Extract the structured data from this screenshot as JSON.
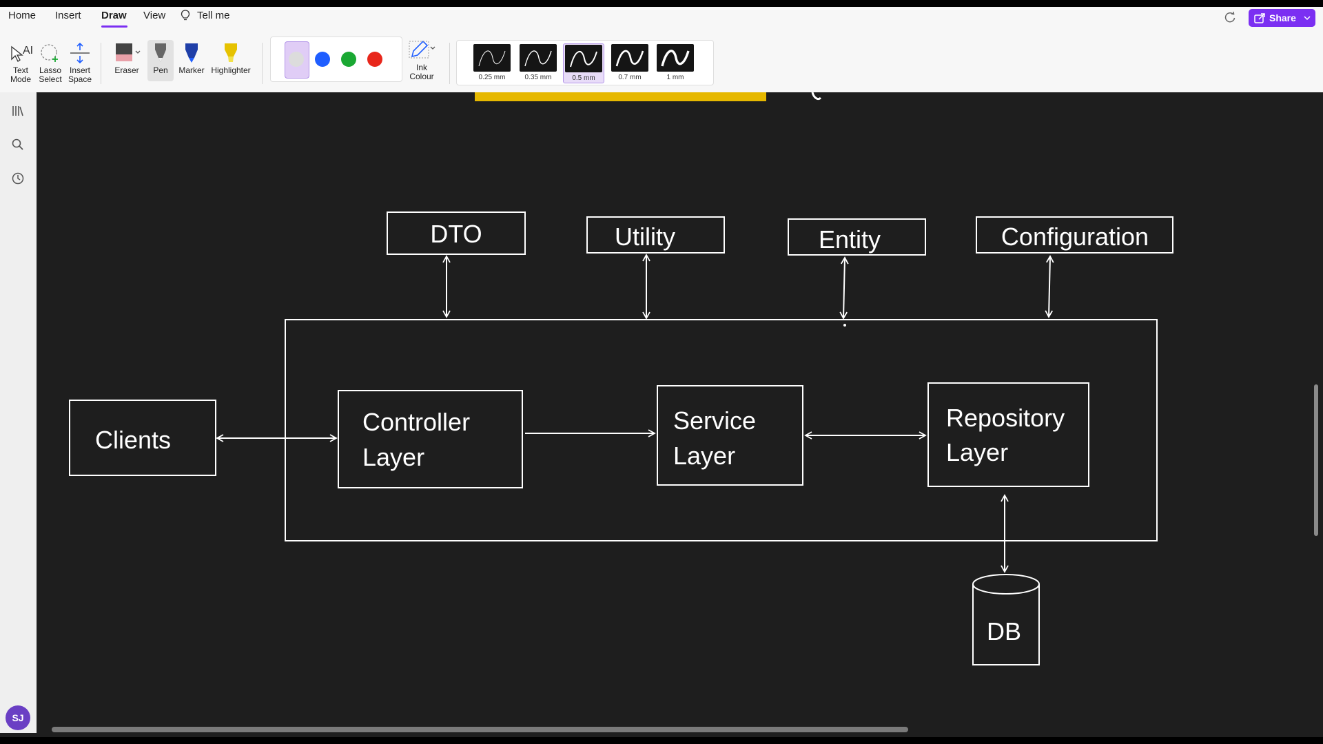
{
  "menu": {
    "home": "Home",
    "insert": "Insert",
    "draw": "Draw",
    "view": "View",
    "tell_me": "Tell me",
    "share": "Share"
  },
  "ribbon": {
    "text_mode": [
      "Text",
      "Mode"
    ],
    "lasso_select": [
      "Lasso",
      "Select"
    ],
    "insert_space": [
      "Insert",
      "Space"
    ],
    "eraser": "Eraser",
    "pen": "Pen",
    "marker": "Marker",
    "highlighter": "Highlighter",
    "ink_colour": [
      "Ink",
      "Colour"
    ],
    "ink_colors": [
      "#dcdcdc",
      "#1f5eff",
      "#1aa833",
      "#e8261b"
    ],
    "selected_color_index": 0,
    "thickness": [
      "0.25 mm",
      "0.35 mm",
      "0.5 mm",
      "0.7 mm",
      "1 mm"
    ],
    "selected_thickness_index": 2
  },
  "left_rail": {
    "icons": [
      "library-icon",
      "search-icon",
      "history-icon"
    ],
    "avatar": "SJ"
  },
  "diagram": {
    "top_nodes": [
      "DTO",
      "Utility",
      "Entity",
      "Configuration"
    ],
    "clients": "Clients",
    "controller": [
      "Controller",
      "Layer"
    ],
    "service": [
      "Service",
      "Layer"
    ],
    "repository": [
      "Repository",
      "Layer"
    ],
    "db": "DB"
  },
  "colors": {
    "accent": "#7b2ff2",
    "canvas": "#1e1e1e",
    "ink": "#ffffff",
    "title_highlight": "#e6b800"
  }
}
